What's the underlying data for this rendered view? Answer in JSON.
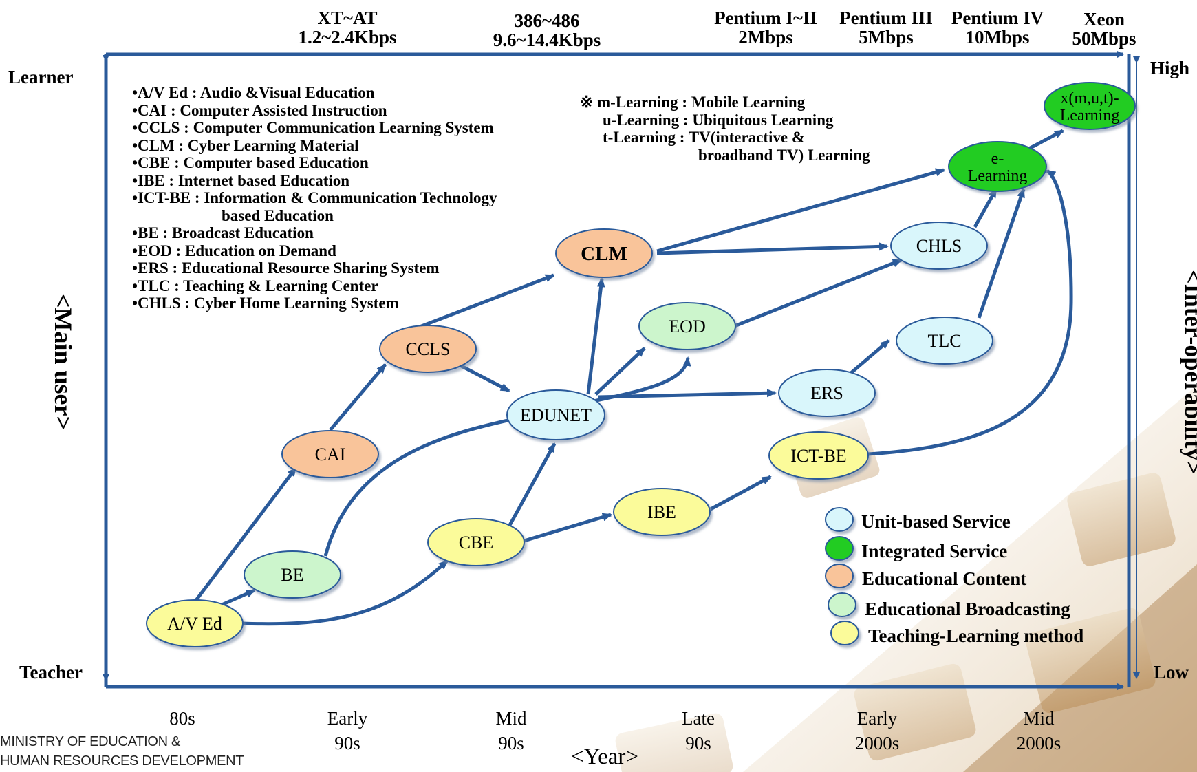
{
  "tech_headers": [
    {
      "line1": "XT~AT",
      "line2": "1.2~2.4Kbps"
    },
    {
      "line1": "386~486",
      "line2": "9.6~14.4Kbps"
    },
    {
      "line1": "Pentium I~II",
      "line2": "2Mbps"
    },
    {
      "line1": "Pentium III",
      "line2": "5Mbps"
    },
    {
      "line1": "Pentium IV",
      "line2": "10Mbps"
    },
    {
      "line1": "Xeon",
      "line2": "50Mbps"
    }
  ],
  "axes": {
    "left_top": "Learner",
    "left_bottom": "Teacher",
    "left_title": "<Main user>",
    "right_top": "High",
    "right_bottom": "Low",
    "right_title": "<Inter-operability>",
    "x_title": "<Year>"
  },
  "years": [
    {
      "line1": "80s",
      "line2": ""
    },
    {
      "line1": "Early",
      "line2": "90s"
    },
    {
      "line1": "Mid",
      "line2": "90s"
    },
    {
      "line1": "Late",
      "line2": "90s"
    },
    {
      "line1": "Early",
      "line2": "2000s"
    },
    {
      "line1": "Mid",
      "line2": "2000s"
    }
  ],
  "glossary": [
    "•A/V Ed : Audio &Visual Education",
    "•CAI : Computer Assisted Instruction",
    "•CCLS : Computer Communication Learning System",
    "•CLM : Cyber Learning Material",
    "•CBE : Computer based Education",
    "•IBE : Internet based Education",
    "•ICT-BE : Information & Communication Technology",
    "based Education",
    "•BE : Broadcast Education",
    "•EOD : Education on Demand",
    "•ERS : Educational Resource Sharing System",
    "•TLC : Teaching & Learning Center",
    "•CHLS : Cyber Home Learning System"
  ],
  "note": [
    "※ m-Learning : Mobile Learning",
    "u-Learning : Ubiquitous Learning",
    "t-Learning : TV(interactive &",
    "broadband TV) Learning"
  ],
  "nodes": {
    "av_ed": {
      "line1": "A/V Ed",
      "line2": "",
      "category": "teaching"
    },
    "be": {
      "line1": "BE",
      "line2": "",
      "category": "broadcasting"
    },
    "cai": {
      "line1": "CAI",
      "line2": "",
      "category": "content"
    },
    "ccls": {
      "line1": "CCLS",
      "line2": "",
      "category": "content"
    },
    "clm": {
      "line1": "CLM",
      "line2": "",
      "category": "content"
    },
    "edunet": {
      "line1": "EDUNET",
      "line2": "",
      "category": "unit"
    },
    "eod": {
      "line1": "EOD",
      "line2": "",
      "category": "broadcasting"
    },
    "cbe": {
      "line1": "CBE",
      "line2": "",
      "category": "teaching"
    },
    "ibe": {
      "line1": "IBE",
      "line2": "",
      "category": "teaching"
    },
    "ers": {
      "line1": "ERS",
      "line2": "",
      "category": "unit"
    },
    "ict_be": {
      "line1": "ICT-BE",
      "line2": "",
      "category": "teaching"
    },
    "tlc": {
      "line1": "TLC",
      "line2": "",
      "category": "unit"
    },
    "chls": {
      "line1": "CHLS",
      "line2": "",
      "category": "unit"
    },
    "e_learning": {
      "line1": "e-",
      "line2": "Learning",
      "category": "integrated"
    },
    "x_learning": {
      "line1": "x(m,u,t)-",
      "line2": "Learning",
      "category": "integrated"
    }
  },
  "legend": [
    {
      "label": "Unit-based Service",
      "category": "unit"
    },
    {
      "label": "Integrated Service",
      "category": "integrated"
    },
    {
      "label": "Educational Content",
      "category": "content"
    },
    {
      "label": "Educational Broadcasting",
      "category": "broadcasting"
    },
    {
      "label": "Teaching-Learning method",
      "category": "teaching"
    }
  ],
  "colors": {
    "unit": "#d9f6fb",
    "integrated": "#22cc22",
    "content": "#f9c49a",
    "broadcasting": "#ccf5cc",
    "teaching": "#fbfb9a",
    "arrow": "#2a5a9a",
    "axis": "#2a5a9a"
  },
  "footer": {
    "line1": "MINISTRY OF EDUCATION &",
    "line2": "HUMAN RESOURCES DEVELOPMENT"
  }
}
